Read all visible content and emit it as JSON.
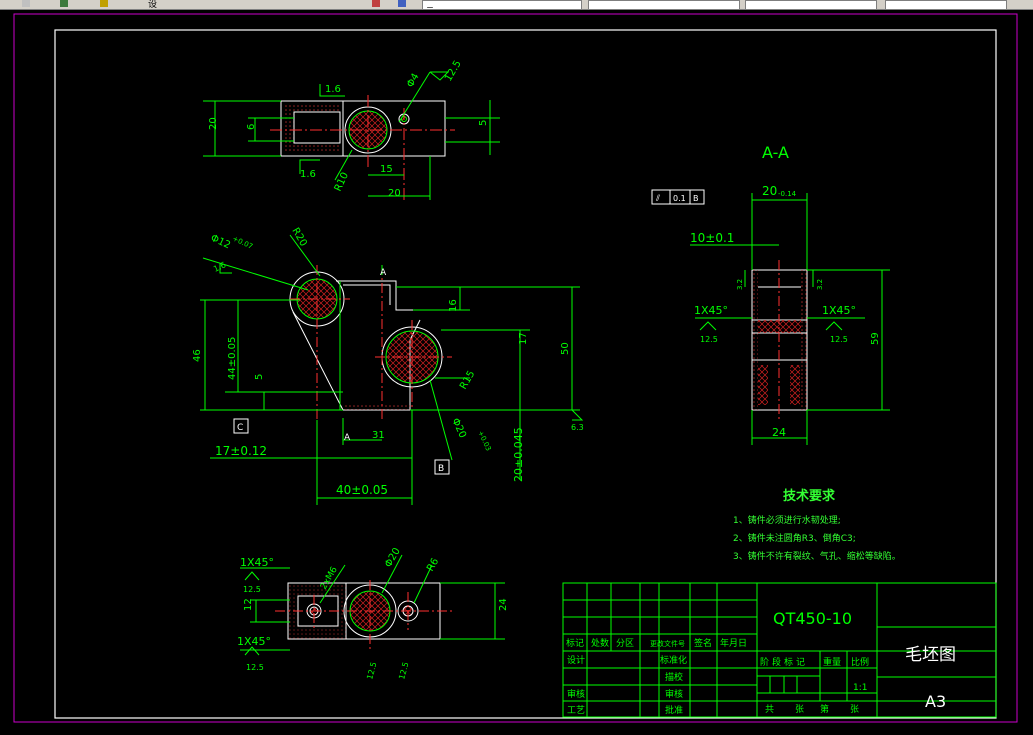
{
  "toolbar": {
    "layer_label": "设",
    "field_a": "二",
    "field_b": "——",
    "colors": {
      "bg": "#d4d0c8",
      "field": "#ffffff"
    }
  },
  "drawing": {
    "colors": {
      "line": "#00ff00",
      "green_bright": "#33ff33",
      "red": "#ff3030",
      "white": "#ffffff",
      "hatch": "#ff3030",
      "frame": "#ffffff",
      "magenta": "#cc00cc"
    },
    "top_view": {
      "dims": [
        "1.6",
        "20",
        "6",
        "1.6",
        "R10",
        "15",
        "20",
        "5",
        "Φ4",
        "12.5"
      ]
    },
    "front_view": {
      "dims": [
        "Φ12",
        "+0.07",
        "R20",
        "1.6",
        "46",
        "44±0.05",
        "5",
        "16",
        "17",
        "50",
        "R15",
        "6.3",
        "31",
        "17±0.12",
        "40±0.05",
        "Φ20",
        "+0.03",
        "20±0.045"
      ],
      "datums": [
        "C",
        "A",
        "B",
        "A"
      ]
    },
    "section": {
      "title": "A-A",
      "tol_frame": [
        "⫽",
        "0.1",
        "B"
      ],
      "dims": [
        "20",
        "-0.14",
        "10±0.1",
        "1X45°",
        "12.5",
        "1X45°",
        "12.5",
        "3.2",
        "3.2",
        "59",
        "24"
      ]
    },
    "bottom_view": {
      "dims": [
        "1X45°",
        "12.5",
        "12",
        "2xM6",
        "Φ20",
        "R6",
        "24",
        "1X45°",
        "12.5",
        "12.5",
        "12.5"
      ]
    },
    "notes": {
      "title": "技术要求",
      "items": [
        "1、铸件必须进行水韧处理;",
        "2、铸件未注圆角R3、倒角C3;",
        "3、铸件不许有裂纹、气孔、缩松等缺陷。"
      ]
    },
    "title_block": {
      "material": "QT450-10",
      "name": "毛坯图",
      "sheet": "A3",
      "scale": "1:1",
      "row_headers": [
        "标记",
        "处数",
        "分区",
        "更改文件号",
        "签名",
        "年月日"
      ],
      "left_labels": [
        "设计",
        "审核",
        "工艺"
      ],
      "mid_labels": [
        "标准化",
        "描校",
        "审核",
        "批准"
      ],
      "stage_headers": [
        "阶段标记",
        "重量",
        "比例"
      ],
      "bottom_line": [
        "共",
        "张",
        "第",
        "张"
      ]
    }
  }
}
